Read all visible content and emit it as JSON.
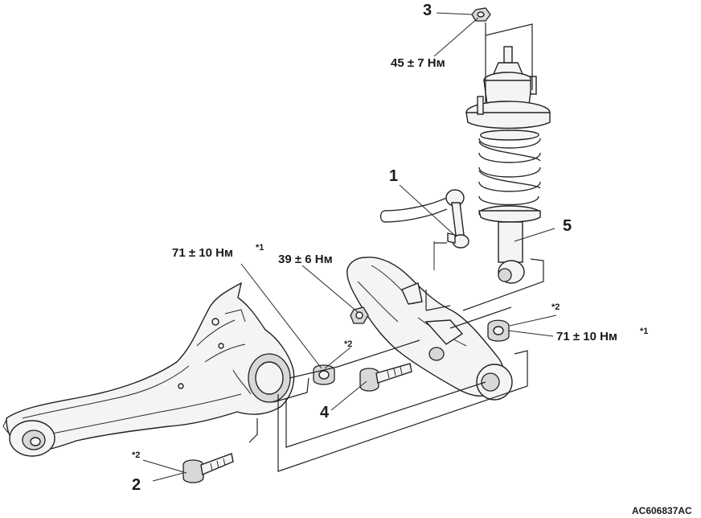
{
  "labels": {
    "part_1": "1",
    "part_2": "2",
    "part_3": "3",
    "part_4": "4",
    "part_5": "5",
    "torque_top": "45 ± 7 Нм",
    "torque_link": "39 ± 6 Нм",
    "torque_left": "71 ± 10 Нм",
    "torque_right": "71 ± 10 Нм",
    "star1": "*1",
    "star2": "*2",
    "ref_code": "AC606837AC"
  }
}
